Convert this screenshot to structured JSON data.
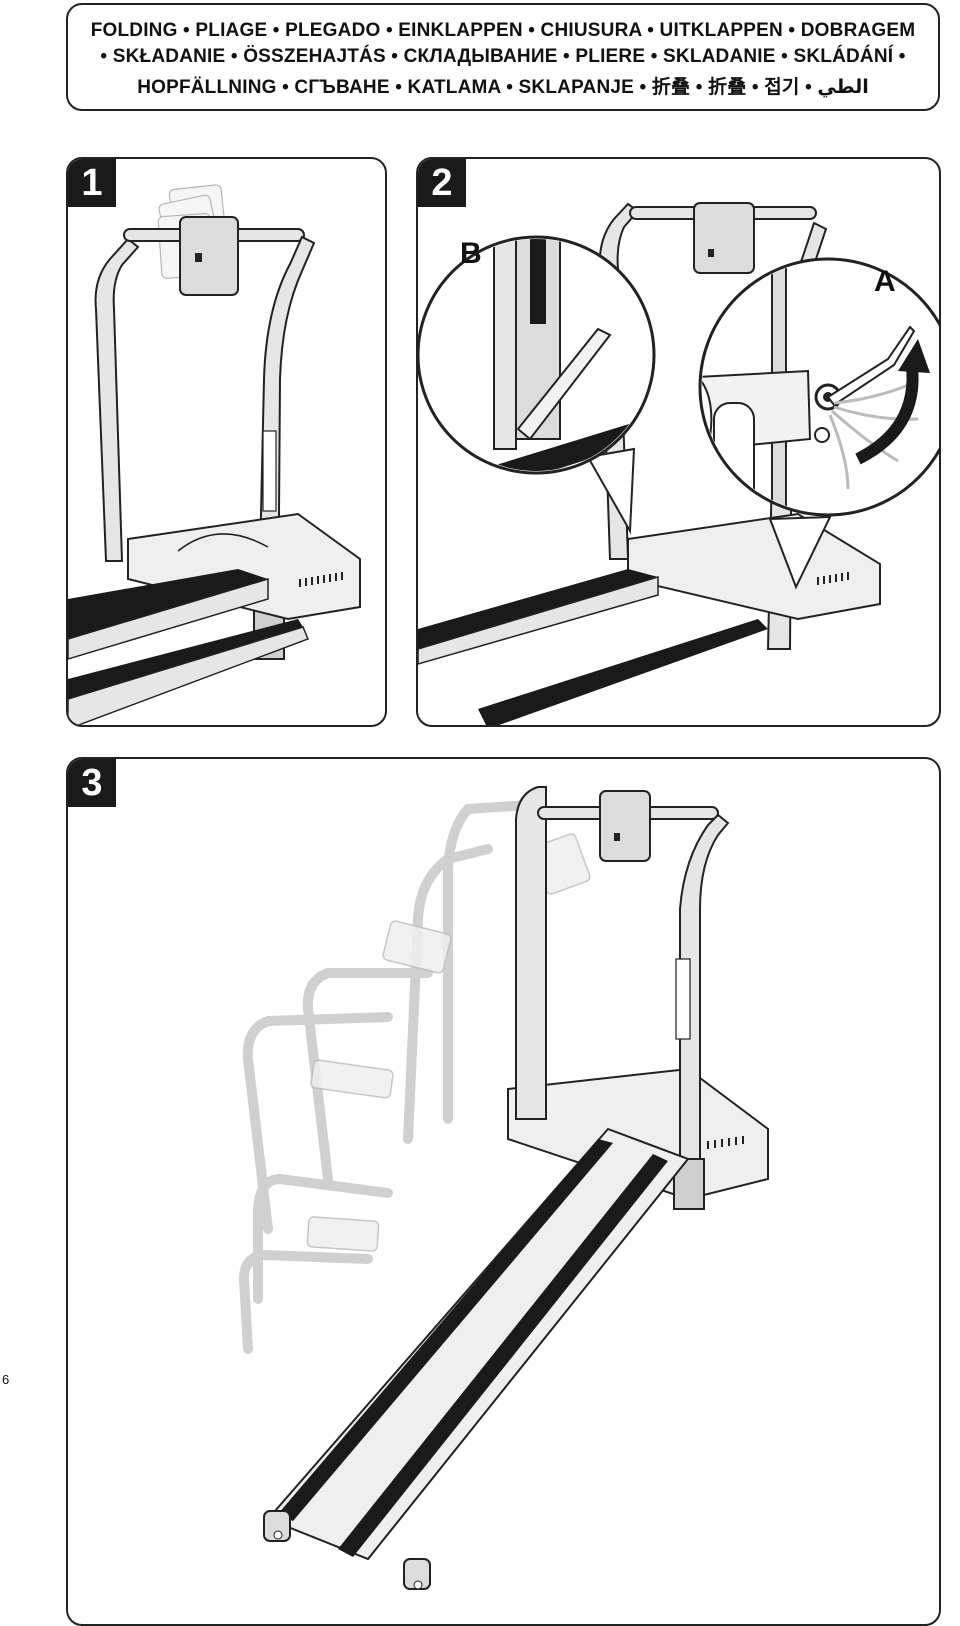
{
  "header": {
    "line1": "FOLDING • PLIAGE • PLEGADO • EINKLAPPEN • CHIUSURA • UITKLAPPEN • DOBRAGEM",
    "line2": "• SKŁADANIE • ÖSSZEHAJTÁS • СКЛАДЫВАНИЕ • PLIERE • SKLADANIE • SKLÁDÁNÍ •",
    "line3": "HOPFÄLLNING • СГЪВАНЕ • KATLAMA • SKLAPANJE • 折叠 • 折叠 • 접기 • الطي"
  },
  "steps": [
    {
      "number": "1"
    },
    {
      "number": "2",
      "callouts": [
        "B",
        "A"
      ]
    },
    {
      "number": "3"
    }
  ],
  "page_number": "6",
  "colors": {
    "ink": "#222222",
    "steel": "#d9d9d9",
    "belt": "#1a1a1a",
    "ghost": "#bdbdbd"
  }
}
